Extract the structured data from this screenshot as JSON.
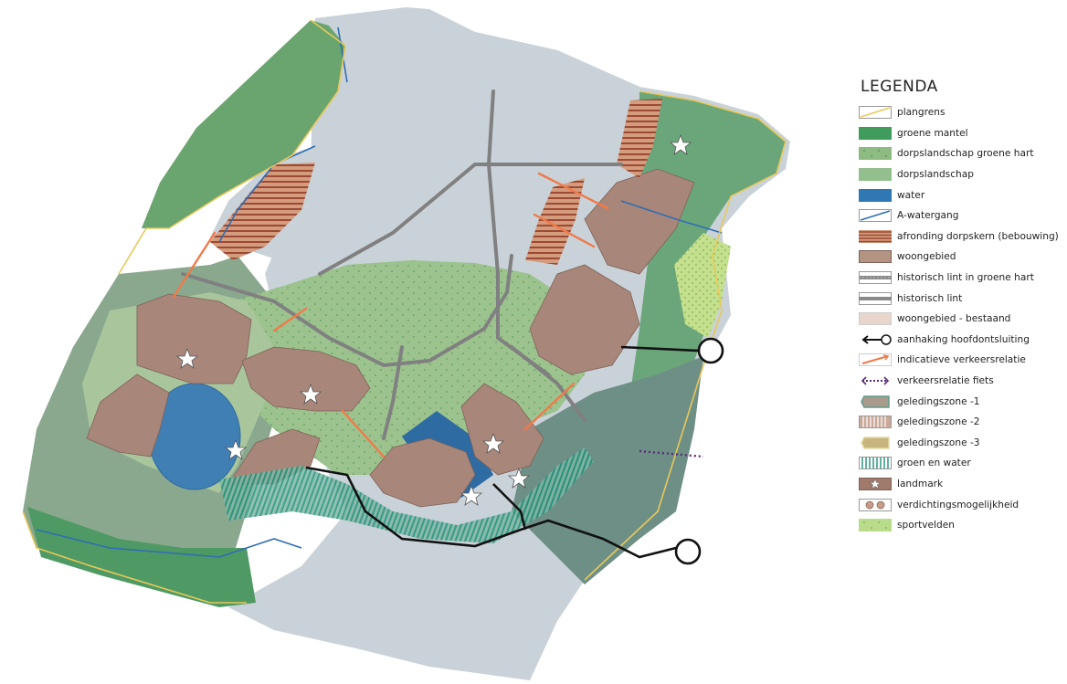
{
  "legend": {
    "title": "LEGENDA",
    "items": [
      {
        "label": "plangrens",
        "icon": "plangrens-swatch-icon",
        "color": "#e8c85a"
      },
      {
        "label": "groene mantel",
        "icon": "groene-mantel-swatch-icon",
        "color": "#3f9c5c"
      },
      {
        "label": "dorpslandschap groene hart",
        "icon": "groene-hart-swatch-icon",
        "color": "#8dbb82"
      },
      {
        "label": "dorpslandschap",
        "icon": "dorpslandschap-swatch-icon",
        "color": "#93be8d"
      },
      {
        "label": "water",
        "icon": "water-swatch-icon",
        "color": "#2f78b4"
      },
      {
        "label": "A-watergang",
        "icon": "a-watergang-swatch-icon",
        "color": "#2f6db5"
      },
      {
        "label": "afronding dorpskern (bebouwing)",
        "icon": "afronding-swatch-icon",
        "color": "#b3684f"
      },
      {
        "label": "woongebied",
        "icon": "woongebied-swatch-icon",
        "color": "#b39382"
      },
      {
        "label": "historisch lint in groene hart",
        "icon": "historisch-lint-groene-hart-swatch-icon",
        "color": "#8a8a8a"
      },
      {
        "label": "historisch lint",
        "icon": "historisch-lint-swatch-icon",
        "color": "#8a8a8a"
      },
      {
        "label": "woongebied - bestaand",
        "icon": "woongebied-bestaand-swatch-icon",
        "color": "#e8d6cc"
      },
      {
        "label": "aanhaking hoofdontsluiting",
        "icon": "aanhaking-arrow-icon",
        "color": "#111111"
      },
      {
        "label": "indicatieve verkeersrelatie",
        "icon": "verkeersrelatie-arrow-icon",
        "color": "#f07a4a"
      },
      {
        "label": "verkeersrelatie fiets",
        "icon": "fiets-arrow-icon",
        "color": "#5a2a7a"
      },
      {
        "label": "geledingszone -1",
        "icon": "geledingszone-1-swatch-icon",
        "color": "#a99a8c"
      },
      {
        "label": "geledingszone -2",
        "icon": "geledingszone-2-swatch-icon",
        "color": "#c9a99a"
      },
      {
        "label": "geledingszone -3",
        "icon": "geledingszone-3-swatch-icon",
        "color": "#c8b57e"
      },
      {
        "label": "groen en water",
        "icon": "groen-en-water-swatch-icon",
        "color": "#2e9a8a"
      },
      {
        "label": "landmark",
        "icon": "landmark-star-icon",
        "color": "#a07a6a"
      },
      {
        "label": "verdichtingsmogelijkheid",
        "icon": "verdichting-dots-icon",
        "color": "#c89a8a"
      },
      {
        "label": "sportvelden",
        "icon": "sportvelden-swatch-icon",
        "color": "#b8dc8a"
      }
    ]
  }
}
